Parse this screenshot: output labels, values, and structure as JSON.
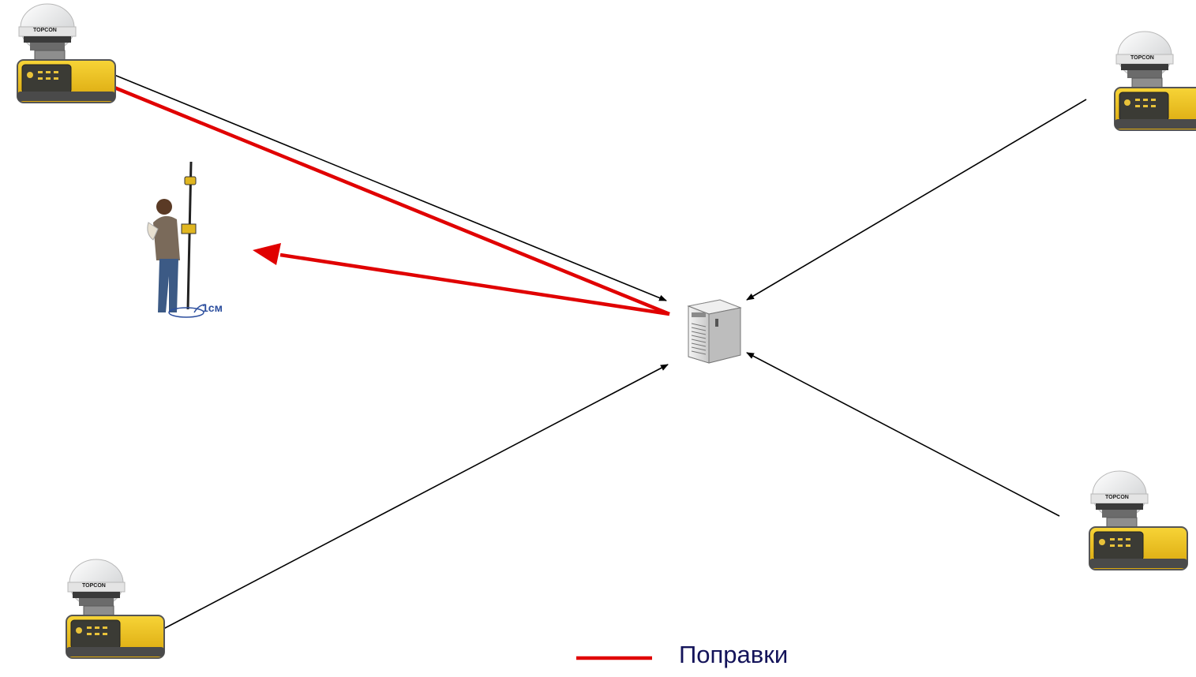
{
  "diagram": {
    "brand_text": "TOPCON",
    "accuracy_label": "1см",
    "legend": {
      "label": "Поправки",
      "line_color": "#e00000"
    },
    "colors": {
      "correction": "#e00000",
      "data_link": "#000000",
      "receiver_body": "#f2c418",
      "accuracy_text": "#2d4f9e",
      "legend_text": "#14145a"
    },
    "nodes": [
      {
        "id": "base-station-top-left",
        "type": "gnss-base-station"
      },
      {
        "id": "base-station-top-right",
        "type": "gnss-base-station"
      },
      {
        "id": "base-station-bottom-left",
        "type": "gnss-base-station"
      },
      {
        "id": "base-station-bottom-right",
        "type": "gnss-base-station"
      },
      {
        "id": "server",
        "type": "network-server"
      },
      {
        "id": "rover",
        "type": "surveyor-rover"
      }
    ],
    "edges": [
      {
        "from": "base-station-top-left",
        "to": "server",
        "kind": "data"
      },
      {
        "from": "base-station-top-right",
        "to": "server",
        "kind": "data"
      },
      {
        "from": "base-station-bottom-left",
        "to": "server",
        "kind": "data"
      },
      {
        "from": "base-station-bottom-right",
        "to": "server",
        "kind": "data"
      },
      {
        "from": "base-station-top-left",
        "to": "server",
        "kind": "correction"
      },
      {
        "from": "server",
        "to": "rover",
        "kind": "correction"
      }
    ]
  }
}
